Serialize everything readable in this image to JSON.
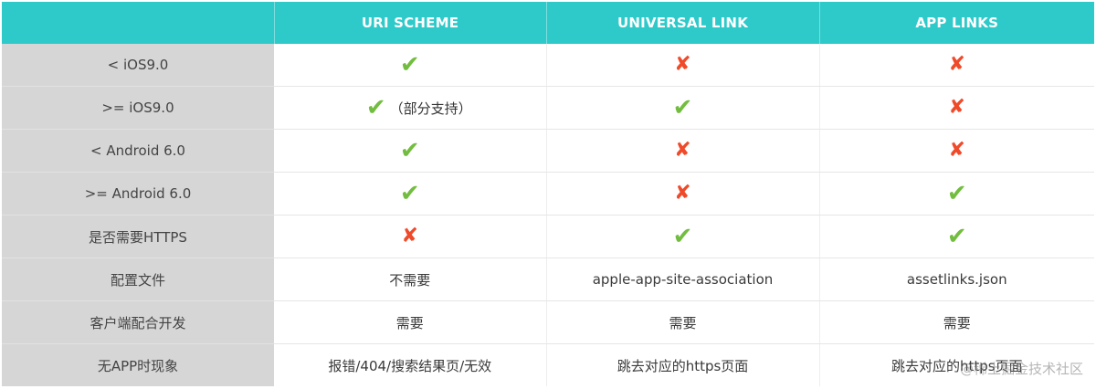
{
  "header": {
    "corner": "",
    "columns": [
      "URI SCHEME",
      "UNIVERSAL LINK",
      "APP LINKS"
    ]
  },
  "rows": [
    {
      "label": "< iOS9.0",
      "cells": [
        {
          "icon": "check"
        },
        {
          "icon": "cross"
        },
        {
          "icon": "cross"
        }
      ]
    },
    {
      "label": ">= iOS9.0",
      "cells": [
        {
          "icon": "check",
          "note": "（部分支持）"
        },
        {
          "icon": "check"
        },
        {
          "icon": "cross"
        }
      ]
    },
    {
      "label": "< Android 6.0",
      "cells": [
        {
          "icon": "check"
        },
        {
          "icon": "cross"
        },
        {
          "icon": "cross"
        }
      ]
    },
    {
      "label": ">= Android 6.0",
      "cells": [
        {
          "icon": "check"
        },
        {
          "icon": "cross"
        },
        {
          "icon": "check"
        }
      ]
    },
    {
      "label": "是否需要HTTPS",
      "cells": [
        {
          "icon": "cross"
        },
        {
          "icon": "check"
        },
        {
          "icon": "check"
        }
      ]
    },
    {
      "label": "配置文件",
      "cells": [
        {
          "text": "不需要"
        },
        {
          "text": "apple-app-site-association"
        },
        {
          "text": "assetlinks.json"
        }
      ]
    },
    {
      "label": "客户端配合开发",
      "cells": [
        {
          "text": "需要"
        },
        {
          "text": "需要"
        },
        {
          "text": "需要"
        }
      ]
    },
    {
      "label": "无APP时现象",
      "cells": [
        {
          "text": "报错/404/搜索结果页/无效"
        },
        {
          "text": "跳去对应的https页面"
        },
        {
          "text": "跳去对应的https页面"
        }
      ]
    }
  ],
  "icons": {
    "check": {
      "name": "checkmark-icon",
      "glyph": "✔",
      "color": "#72bd3f"
    },
    "cross": {
      "name": "cross-icon",
      "glyph": "✘",
      "color": "#ef4a2a"
    }
  },
  "watermark": "@稀土掘金技术社区"
}
